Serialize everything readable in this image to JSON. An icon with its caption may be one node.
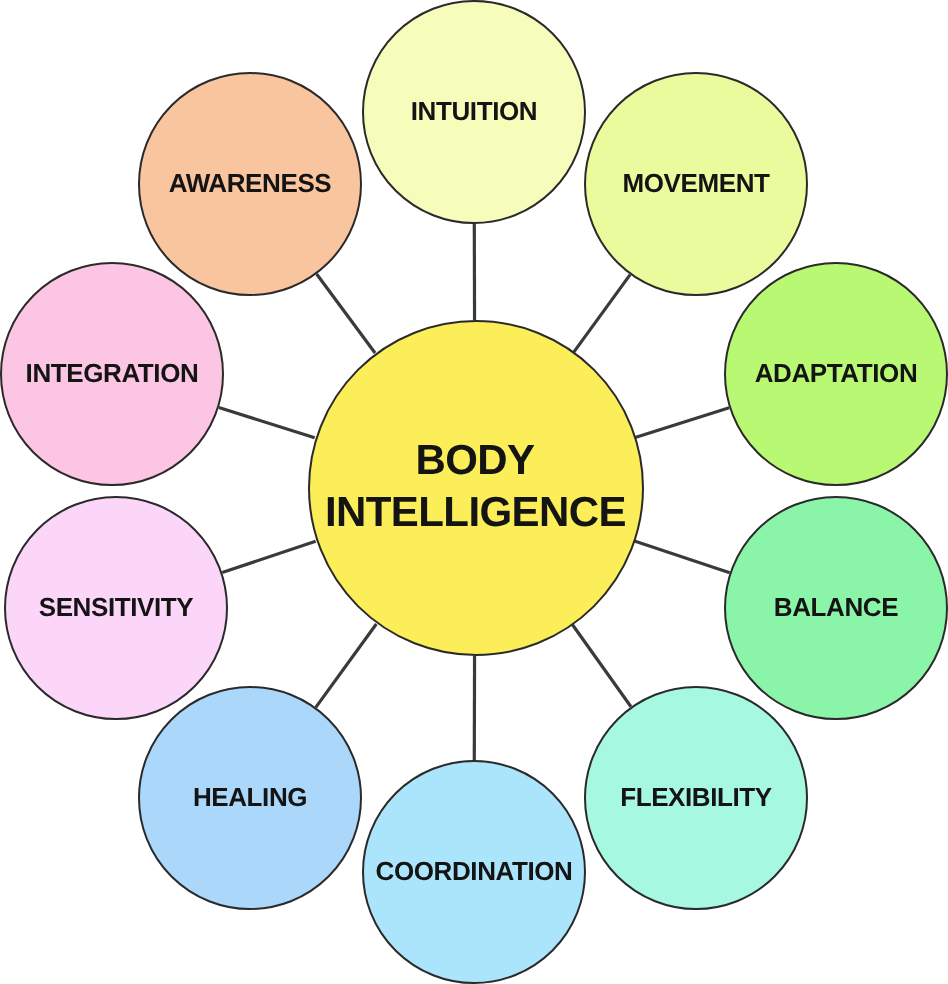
{
  "diagram": {
    "nodes": [
      {
        "text": [
          "BODY INTELLIGENCE"
        ]
      },
      {
        "text": [
          "INTUITION"
        ]
      },
      {
        "text": [
          "MOVEMENT"
        ]
      },
      {
        "text": [
          "ADAPTATION"
        ]
      },
      {
        "text": [
          "BALANCE"
        ]
      },
      {
        "text": [
          "FLEXIBILITY"
        ]
      },
      {
        "text": [
          "COORDINATION"
        ]
      },
      {
        "text": [
          "HEALING"
        ]
      },
      {
        "text": [
          "SENSITIVITY"
        ]
      },
      {
        "text": [
          "INTEGRATION"
        ]
      },
      {
        "text": [
          "AWARENESS"
        ]
      }
    ],
    "edges": [
      {
        "from": 0,
        "to": 1,
        "arrow": "none"
      },
      {
        "from": 0,
        "to": 2,
        "arrow": "none"
      },
      {
        "from": 0,
        "to": 3,
        "arrow": "none"
      },
      {
        "from": 0,
        "to": 4,
        "arrow": "none"
      },
      {
        "from": 0,
        "to": 5,
        "arrow": "none"
      },
      {
        "from": 0,
        "to": 6,
        "arrow": "none"
      },
      {
        "from": 0,
        "to": 7,
        "arrow": "none"
      },
      {
        "from": 0,
        "to": 8,
        "arrow": "none"
      },
      {
        "from": 0,
        "to": 9,
        "arrow": "none"
      },
      {
        "from": 0,
        "to": 10,
        "arrow": "none"
      }
    ]
  }
}
